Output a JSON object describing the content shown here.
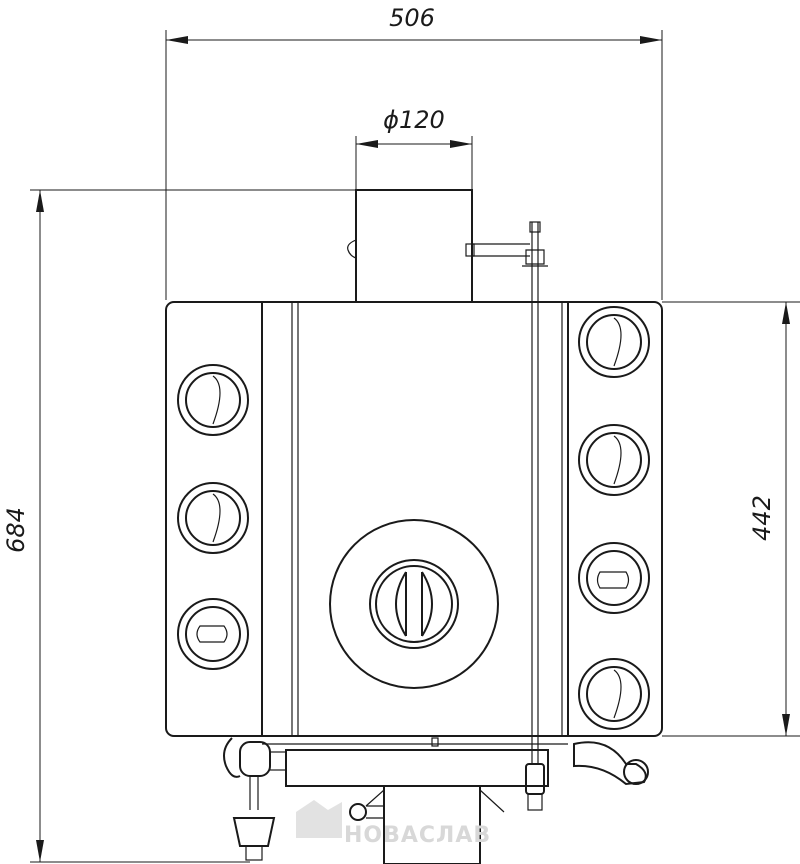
{
  "dimensions": {
    "overall_width": "506",
    "chimney_diameter": "ϕ120",
    "overall_height": "684",
    "body_height": "442"
  },
  "watermark": {
    "brand": "НОВАСЛАВ"
  },
  "colors": {
    "line": "#1a1a1a",
    "background": "#ffffff",
    "watermark": "#d8d8d8"
  }
}
